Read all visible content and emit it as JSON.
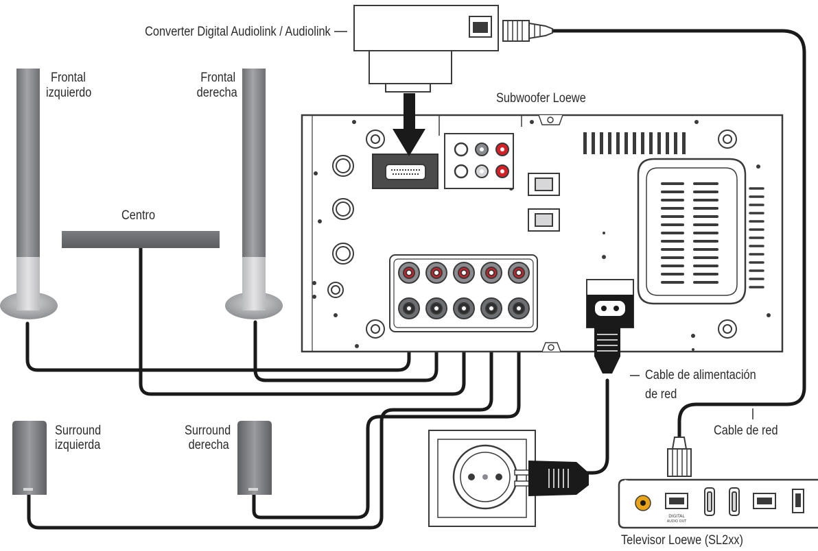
{
  "labels": {
    "converter": "Converter Digital Audiolink / Audiolink",
    "front_left_1": "Frontal",
    "front_left_2": "izquierdo",
    "front_right_1": "Frontal",
    "front_right_2": "derecha",
    "subwoofer": "Subwoofer Loewe",
    "center": "Centro",
    "power_cable_1": "Cable de alimentación",
    "power_cable_2": "de red",
    "network_cable": "Cable de red",
    "surround_left_1": "Surround",
    "surround_left_2": "izquierda",
    "surround_right_1": "Surround",
    "surround_right_2": "derecha",
    "tv": "Televisor Loewe (SL2xx)",
    "tv_port_caption_1": "DIGITAL",
    "tv_port_caption_2": "AUDIO OUT"
  },
  "colors": {
    "cable": "#1a1a1a",
    "device_stroke": "#3a3a3a",
    "speaker_gray": "#8a8b8e",
    "speaker_light": "#d7d7d9",
    "rca_red": "#d62027",
    "coax_orange": "#e8a317"
  }
}
